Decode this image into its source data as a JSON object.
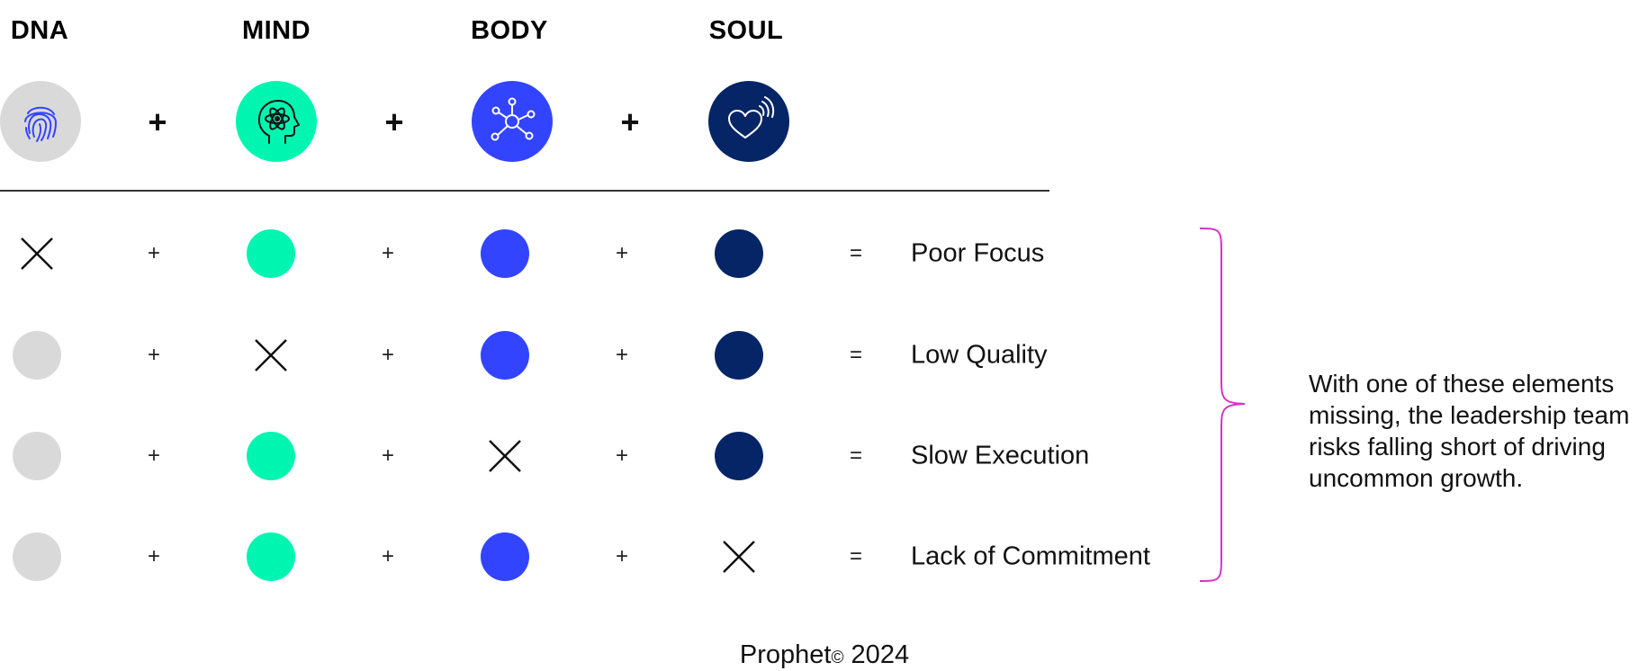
{
  "headers": [
    "DNA",
    "MIND",
    "BODY",
    "SOUL"
  ],
  "header_symbol": "+",
  "columns": [
    {
      "icon": "fingerprint-icon",
      "color": "#d9d9d9"
    },
    {
      "icon": "brain-atom-icon",
      "color": "#00f5b0"
    },
    {
      "icon": "network-nodes-icon",
      "color": "#3344ff"
    },
    {
      "icon": "heart-signal-icon",
      "color": "#062566"
    }
  ],
  "plus_symbol": "+",
  "equals_symbol": "=",
  "rows": [
    {
      "missing_index": 0,
      "result": "Poor Focus"
    },
    {
      "missing_index": 1,
      "result": "Low Quality"
    },
    {
      "missing_index": 2,
      "result": "Slow Execution"
    },
    {
      "missing_index": 3,
      "result": "Lack of Commitment"
    }
  ],
  "bracket_color": "#d832c8",
  "note": "With one of these elements missing, the leadership team risks falling short of driving uncommon growth.",
  "footer": {
    "brand": "Prophet",
    "copyright": "©",
    "year": " 2024"
  }
}
